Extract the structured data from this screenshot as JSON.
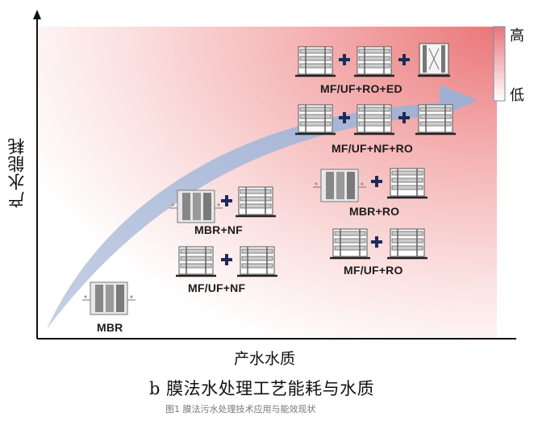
{
  "axes": {
    "y_label": "产水能耗",
    "x_label": "产水水质"
  },
  "legend": {
    "high": "高",
    "low": "低"
  },
  "nodes": {
    "mbr": "MBR",
    "mbr_nf": "MBR+NF",
    "mf_uf_nf": "MF/UF+NF",
    "mf_uf_ro_ed": "MF/UF+RO+ED",
    "mf_uf_nf_ro": "MF/UF+NF+RO",
    "mbr_ro": "MBR+RO",
    "mf_uf_ro": "MF/UF+RO"
  },
  "subtitle": "b 膜法水处理工艺能耗与水质",
  "caption": "图1 膜法污水处理技术应用与能效现状",
  "colors": {
    "high": "#e8767a",
    "low": "#ffffff",
    "arrow": "#a9b8d6",
    "plus": "#1f2a5a"
  }
}
